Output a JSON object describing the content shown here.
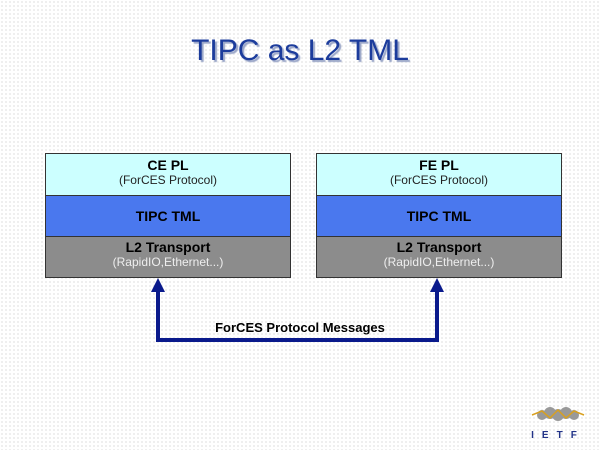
{
  "title": "TIPC as L2 TML",
  "ce": {
    "pl": "CE PL",
    "pl_sub": "(ForCES Protocol)",
    "tml": "TIPC TML",
    "l2": "L2 Transport",
    "l2_sub": "(RapidIO,Ethernet...)"
  },
  "fe": {
    "pl": "FE PL",
    "pl_sub": "(ForCES Protocol)",
    "tml": "TIPC TML",
    "l2": "L2 Transport",
    "l2_sub": "(RapidIO,Ethernet...)"
  },
  "arrow_label": "ForCES Protocol Messages",
  "logo": "IETF",
  "colors": {
    "title": "#1c3c9c",
    "pl": "#ccffff",
    "tml": "#4a78ee",
    "l2": "#8c8c8c",
    "arrow": "#0a1a8c"
  }
}
